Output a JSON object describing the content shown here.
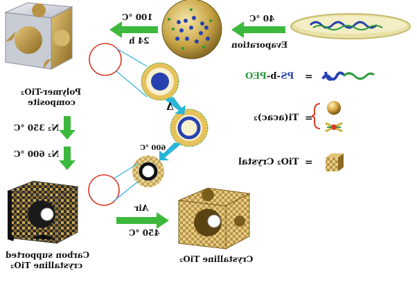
{
  "labels": {
    "t100": "100 °C",
    "h24": "24 h",
    "t40": "40 °C",
    "evaporation": "Evaporation",
    "polymer_line1": "Polymer-TiO₂",
    "polymer_line2": "composite",
    "delta": "Δ",
    "n2_350": "N₂ 350 °C",
    "n2_600": "N₂ 600 °C",
    "t600": "600 °C",
    "carbon_line1": "Carbon supported",
    "carbon_line2": "crystalline TiO₂",
    "air": "Air",
    "t450": "450 °C",
    "crystalline": "Crystalline TiO₂"
  },
  "legend": {
    "copolymer_peo": "PEO",
    "copolymer_b": "-b-",
    "copolymer_ps": "PS",
    "eq1": "=",
    "ti_label": "Ti(acac)₂",
    "eq2": "=",
    "tio2_label": "TiO₂ Crystal",
    "eq3": "="
  },
  "colors": {
    "arrow_green": "#3cb83c",
    "arrow_cyan": "#29b6d6",
    "highlight_red": "#d83a2a",
    "gold": "#c9a040",
    "peo_green": "#2a9a3a",
    "ps_blue": "#2742b0"
  }
}
